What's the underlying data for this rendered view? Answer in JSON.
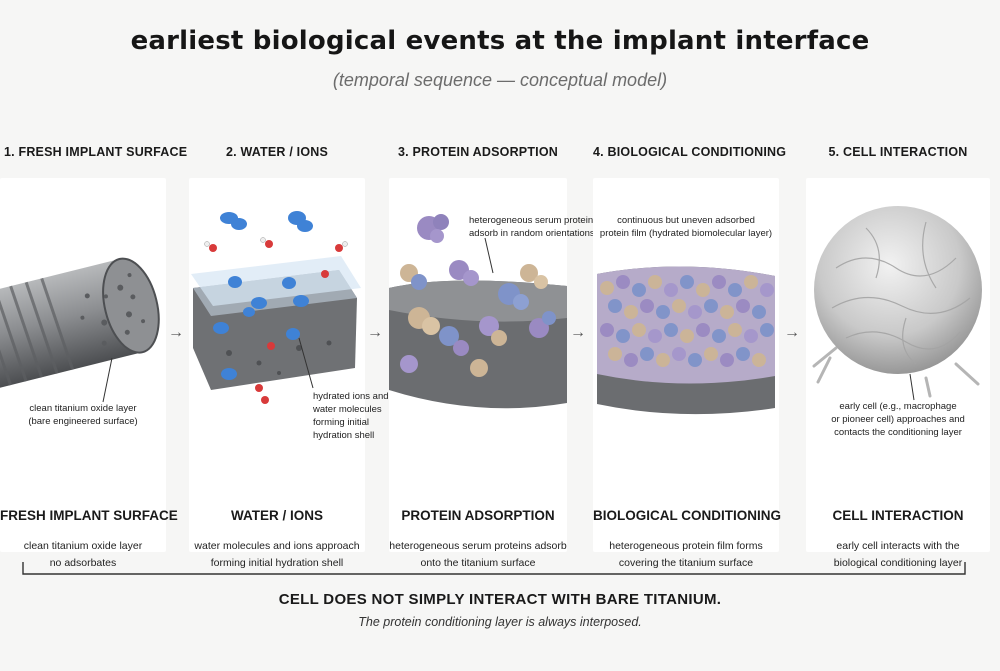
{
  "title": "earliest biological events at the implant interface",
  "subtitle": "(temporal sequence — conceptual model)",
  "steps": [
    {
      "header": "1. FRESH IMPLANT SURFACE",
      "note": "clean titanium oxide layer\n(bare engineered surface)",
      "label": "FRESH IMPLANT SURFACE",
      "description": "clean titanium oxide layer\nno adsorbates"
    },
    {
      "header": "2. WATER / IONS",
      "note": "hydrated ions and\nwater molecules\nforming initial\nhydration shell",
      "label": "WATER / IONS",
      "description": "water molecules and ions approach\nforming initial hydration shell"
    },
    {
      "header": "3. PROTEIN ADSORPTION",
      "note": "heterogeneous serum proteins\nadsorb in random orientations",
      "label": "PROTEIN ADSORPTION",
      "description": "heterogeneous serum proteins adsorb\nonto the titanium surface"
    },
    {
      "header": "4. BIOLOGICAL CONDITIONING",
      "note": "continuous but uneven adsorbed\nprotein film (hydrated biomolecular layer)",
      "label": "BIOLOGICAL CONDITIONING",
      "description": "heterogeneous protein film forms\ncovering the titanium surface"
    },
    {
      "header": "5. CELL INTERACTION",
      "note": "early cell (e.g., macrophage\nor pioneer cell) approaches and\ncontacts the conditioning layer",
      "label": "CELL INTERACTION",
      "description": "early cell interacts with the\nbiological conditioning layer"
    }
  ],
  "arrow_glyph": "→",
  "conclusion": "CELL DOES NOT SIMPLY INTERACT WITH BARE TITANIUM.",
  "conclusion_sub": "The protein conditioning layer is always interposed.",
  "colors": {
    "titanium": "#7d7f82",
    "water_blue": "#3f82d6",
    "oxygen_red": "#d83a3a",
    "protein_purple": "#9a8ac2",
    "protein_blue": "#7f93c9",
    "protein_tan": "#cdb596",
    "cell_gray": "#c9c9c9"
  }
}
